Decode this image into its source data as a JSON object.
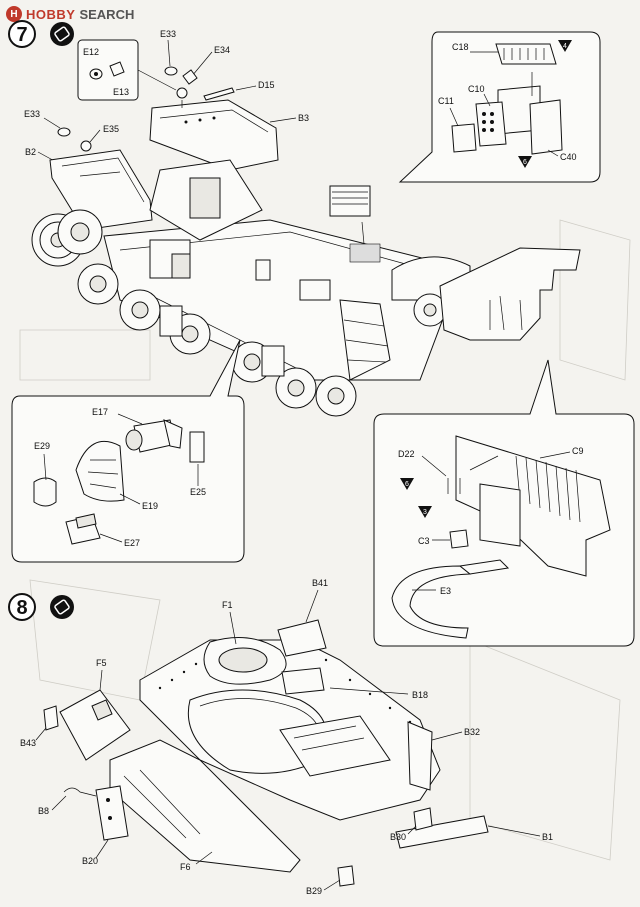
{
  "watermark": {
    "badge": "H",
    "brand": "HOBBY",
    "suffix": "SEARCH"
  },
  "steps": [
    {
      "number": "7"
    },
    {
      "number": "8"
    }
  ],
  "step7": {
    "labels": {
      "E33_top": "E33",
      "E34": "E34",
      "E12": "E12",
      "E13": "E13",
      "D15": "D15",
      "B3": "B3",
      "E33_left": "E33",
      "E35": "E35",
      "B2": "B2",
      "C18": "C18",
      "C10": "C10",
      "C11": "C11",
      "C40": "C40",
      "E17": "E17",
      "E29": "E29",
      "E19": "E19",
      "E25": "E25",
      "E27": "E27",
      "D22": "D22",
      "C9": "C9",
      "C3": "C3",
      "E3": "E3"
    },
    "markers": {
      "m4": "4",
      "m6a": "6",
      "m6b": "6",
      "m3": "3"
    }
  },
  "step8": {
    "labels": {
      "F1": "F1",
      "B41": "B41",
      "F5": "F5",
      "B18": "B18",
      "B43": "B43",
      "B32": "B32",
      "B8": "B8",
      "B20": "B20",
      "F6": "F6",
      "B30": "B30",
      "B1": "B1",
      "B29": "B29"
    }
  }
}
